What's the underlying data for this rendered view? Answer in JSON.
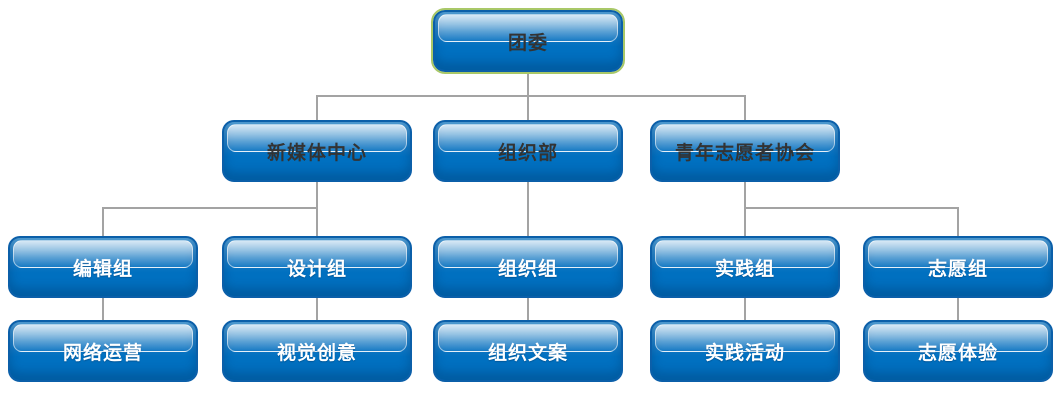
{
  "diagram": {
    "type": "org-chart",
    "nodes": {
      "root": "团委",
      "l2_1": "新媒体中心",
      "l2_2": "组织部",
      "l2_3": "青年志愿者协会",
      "l3_1": "编辑组",
      "l3_2": "设计组",
      "l3_3": "组织组",
      "l3_4": "实践组",
      "l3_5": "志愿组",
      "l4_1": "网络运营",
      "l4_2": "视觉创意",
      "l4_3": "组织文案",
      "l4_4": "实践活动",
      "l4_5": "志愿体验"
    },
    "edges": [
      {
        "from": "团委",
        "to": "新媒体中心"
      },
      {
        "from": "团委",
        "to": "组织部"
      },
      {
        "from": "团委",
        "to": "青年志愿者协会"
      },
      {
        "from": "新媒体中心",
        "to": "编辑组"
      },
      {
        "from": "新媒体中心",
        "to": "设计组"
      },
      {
        "from": "组织部",
        "to": "组织组"
      },
      {
        "from": "青年志愿者协会",
        "to": "实践组"
      },
      {
        "from": "青年志愿者协会",
        "to": "志愿组"
      },
      {
        "from": "编辑组",
        "to": "网络运营"
      },
      {
        "from": "设计组",
        "to": "视觉创意"
      },
      {
        "from": "组织组",
        "to": "组织文案"
      },
      {
        "from": "实践组",
        "to": "实践活动"
      },
      {
        "from": "志愿组",
        "to": "志愿体验"
      }
    ],
    "colors": {
      "node_fill": "#0070c0",
      "node_border": "#0b5fa9",
      "connector": "#a3a3a3",
      "root_highlight": "#a9c868",
      "label_dark": "#333333",
      "label_light": "#ffffff"
    }
  }
}
